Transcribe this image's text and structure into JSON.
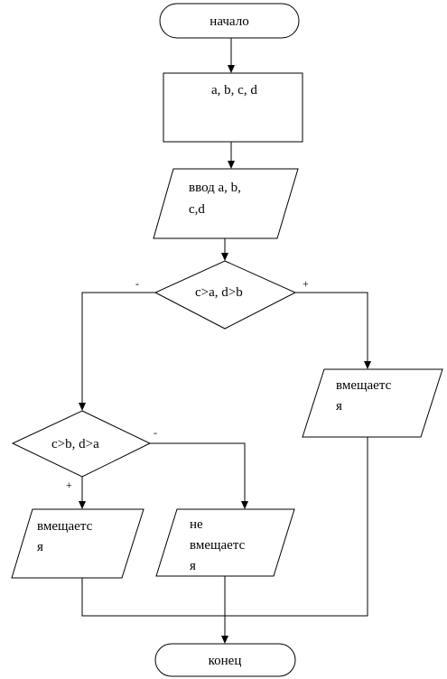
{
  "diagram": {
    "start": {
      "label": "начало"
    },
    "declare": {
      "label": "a, b, c, d"
    },
    "input": {
      "line1": "ввод a, b,",
      "line2": "c,d"
    },
    "decision1": {
      "label": "c>a, d>b",
      "no_sign": "-",
      "yes_sign": "+"
    },
    "output_fits_right": {
      "line1": "вмещаетс",
      "line2": "я"
    },
    "decision2": {
      "label": "c>b, d>a",
      "no_sign": "-",
      "yes_sign": "+"
    },
    "output_fits_left": {
      "line1": "вмещаетс",
      "line2": "я"
    },
    "output_not_fits": {
      "line1": "не",
      "line2": "вмещаетс",
      "line3": "я"
    },
    "end": {
      "label": "конец"
    }
  }
}
